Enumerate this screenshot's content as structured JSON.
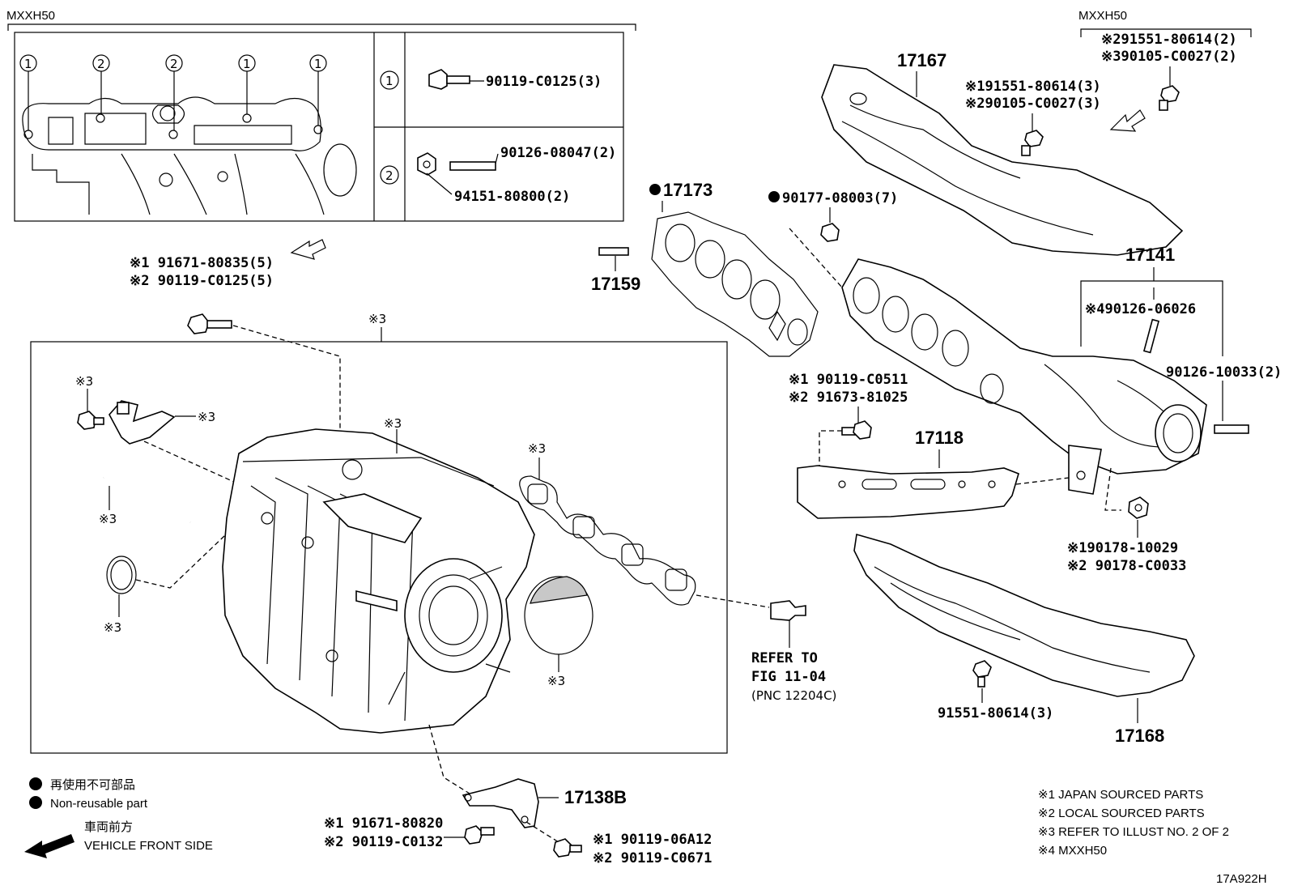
{
  "header": {
    "model_left": "MXXH50",
    "model_right": "MXXH50"
  },
  "inset": {
    "circle_1": "1",
    "circle_2": "2",
    "row1_part": "90119-C0125(3)",
    "row2_part_a": "90126-08047(2)",
    "row2_part_b": "94151-80800(2)"
  },
  "top_right": {
    "note_a": "※291551-80614(2)",
    "note_b": "※390105-C0027(2)",
    "label_17167": "17167",
    "note_c": "※191551-80614(3)",
    "note_d": "※290105-C0027(3)",
    "label_17141": "17141",
    "note_e": "※490126-06026",
    "label_90126_10033": "90126-10033(2)"
  },
  "middle": {
    "label_17173": "17173",
    "label_90177": "90177-08003(7)",
    "label_17159": "17159",
    "note_j1": "※1 90119-C0511",
    "note_j2": "※2 91673-81025",
    "label_17118": "17118",
    "note_k1": "※190178-10029",
    "note_k2": "※2 90178-C0033"
  },
  "left": {
    "note_l1": "※1 91671-80835(5)",
    "note_l2": "※2 90119-C0125(5)",
    "ref3": "※3"
  },
  "refer": {
    "line1": "REFER TO",
    "line2": "FIG 11-04",
    "line3": "(PNC 12204C)"
  },
  "lower_right": {
    "label_91551": "91551-80614(3)",
    "label_17168": "17168"
  },
  "bottom": {
    "label_17138B": "17138B",
    "note_m1": "※1 91671-80820",
    "note_m2": "※2 90119-C0132",
    "note_n1": "※1  90119-06A12",
    "note_n2": "※2  90119-C0671"
  },
  "legend": {
    "jp_nonreusable": "再使用不可部品",
    "en_nonreusable": "Non-reusable part",
    "jp_front": "車両前方",
    "en_front": "VEHICLE FRONT SIDE"
  },
  "footnotes": {
    "f1": "※1 JAPAN SOURCED PARTS",
    "f2": "※2 LOCAL SOURCED PARTS",
    "f3": "※3 REFER TO ILLUST NO. 2 OF 2",
    "f4": "※4 MXXH50"
  },
  "code": "17A922H"
}
